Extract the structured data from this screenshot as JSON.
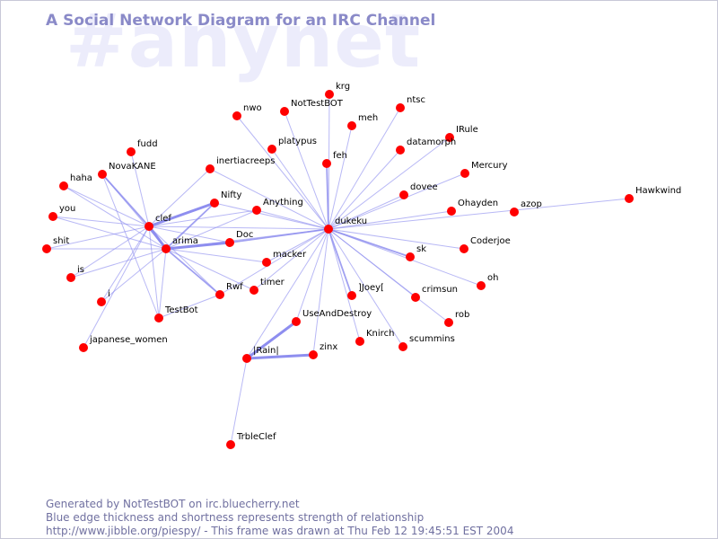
{
  "watermark": "#anynet",
  "title": "A Social Network Diagram for an IRC Channel",
  "footer": {
    "line1": "Generated by NotTestBOT on irc.bluecherry.net",
    "line2": "Blue edge thickness and shortness represents strength of relationship",
    "line3": "http://www.jibble.org/piespy/ - This frame was drawn at Thu Feb 12 19:45:51 EST 2004"
  },
  "colors": {
    "node": "#ff0000",
    "edge": "#8888ee",
    "title": "#8a8ac8",
    "watermark": "#ececfb",
    "footer": "#7070a0"
  },
  "nodes": [
    {
      "id": "krg",
      "label": "krg"
    },
    {
      "id": "ntsc",
      "label": "ntsc"
    },
    {
      "id": "nwo",
      "label": "nwo"
    },
    {
      "id": "NotTestBOT",
      "label": "NotTestBOT"
    },
    {
      "id": "meh",
      "label": "meh"
    },
    {
      "id": "IRule",
      "label": "IRule"
    },
    {
      "id": "fudd",
      "label": "fudd"
    },
    {
      "id": "platypus",
      "label": "platypus"
    },
    {
      "id": "datamorph",
      "label": "datamorph"
    },
    {
      "id": "feh",
      "label": "feh"
    },
    {
      "id": "NovaKANE",
      "label": "NovaKANE"
    },
    {
      "id": "inertiacreeps",
      "label": "inertiacreeps"
    },
    {
      "id": "Mercury",
      "label": "Mercury"
    },
    {
      "id": "haha",
      "label": "haha"
    },
    {
      "id": "dovee",
      "label": "dovee"
    },
    {
      "id": "Hawkwind",
      "label": "Hawkwind"
    },
    {
      "id": "Nifty",
      "label": "Nifty"
    },
    {
      "id": "Anything",
      "label": "Anything"
    },
    {
      "id": "Ohayden",
      "label": "Ohayden"
    },
    {
      "id": "azop",
      "label": "azop"
    },
    {
      "id": "you",
      "label": "you"
    },
    {
      "id": "clef",
      "label": "clef"
    },
    {
      "id": "dukeku",
      "label": "dukeku"
    },
    {
      "id": "Doc",
      "label": "Doc"
    },
    {
      "id": "shit",
      "label": "shit"
    },
    {
      "id": "arima",
      "label": "arima"
    },
    {
      "id": "Coderjoe",
      "label": "Coderjoe"
    },
    {
      "id": "sk",
      "label": "sk"
    },
    {
      "id": "macker",
      "label": "macker"
    },
    {
      "id": "is",
      "label": "is"
    },
    {
      "id": "oh",
      "label": "oh"
    },
    {
      "id": "Rwf",
      "label": "Rwf"
    },
    {
      "id": "timer",
      "label": "timer"
    },
    {
      "id": "Joey",
      "label": "]Joey["
    },
    {
      "id": "crimsun",
      "label": "crimsun"
    },
    {
      "id": "i",
      "label": "i"
    },
    {
      "id": "TestBot",
      "label": "TestBot"
    },
    {
      "id": "UseAndDestroy",
      "label": "UseAndDestroy"
    },
    {
      "id": "rob",
      "label": "rob"
    },
    {
      "id": "Knirch",
      "label": "Knirch"
    },
    {
      "id": "scummins",
      "label": "scummins"
    },
    {
      "id": "japanese_women",
      "label": "japanese_women"
    },
    {
      "id": "zinx",
      "label": "zinx"
    },
    {
      "id": "Rain",
      "label": "|Rain|"
    },
    {
      "id": "TrbleClef",
      "label": "TrbleClef"
    }
  ],
  "edges": [
    {
      "from": "dukeku",
      "to": "krg",
      "weight": 1
    },
    {
      "from": "dukeku",
      "to": "ntsc",
      "weight": 1
    },
    {
      "from": "dukeku",
      "to": "nwo",
      "weight": 1
    },
    {
      "from": "dukeku",
      "to": "NotTestBOT",
      "weight": 1
    },
    {
      "from": "dukeku",
      "to": "meh",
      "weight": 1
    },
    {
      "from": "dukeku",
      "to": "IRule",
      "weight": 1
    },
    {
      "from": "dukeku",
      "to": "platypus",
      "weight": 1
    },
    {
      "from": "dukeku",
      "to": "datamorph",
      "weight": 1
    },
    {
      "from": "dukeku",
      "to": "feh",
      "weight": 2
    },
    {
      "from": "dukeku",
      "to": "Mercury",
      "weight": 1
    },
    {
      "from": "dukeku",
      "to": "dovee",
      "weight": 1
    },
    {
      "from": "dukeku",
      "to": "Hawkwind",
      "weight": 1
    },
    {
      "from": "dukeku",
      "to": "Ohayden",
      "weight": 1
    },
    {
      "from": "dukeku",
      "to": "Anything",
      "weight": 1
    },
    {
      "from": "dukeku",
      "to": "Nifty",
      "weight": 1
    },
    {
      "from": "dukeku",
      "to": "inertiacreeps",
      "weight": 1
    },
    {
      "from": "dukeku",
      "to": "Doc",
      "weight": 2
    },
    {
      "from": "dukeku",
      "to": "arima",
      "weight": 1
    },
    {
      "from": "dukeku",
      "to": "clef",
      "weight": 1
    },
    {
      "from": "dukeku",
      "to": "macker",
      "weight": 1
    },
    {
      "from": "dukeku",
      "to": "Coderjoe",
      "weight": 1
    },
    {
      "from": "dukeku",
      "to": "sk",
      "weight": 2
    },
    {
      "from": "dukeku",
      "to": "oh",
      "weight": 1
    },
    {
      "from": "dukeku",
      "to": "crimsun",
      "weight": 1
    },
    {
      "from": "dukeku",
      "to": "rob",
      "weight": 1
    },
    {
      "from": "dukeku",
      "to": "Joey",
      "weight": 2
    },
    {
      "from": "dukeku",
      "to": "Knirch",
      "weight": 1
    },
    {
      "from": "dukeku",
      "to": "scummins",
      "weight": 1
    },
    {
      "from": "dukeku",
      "to": "timer",
      "weight": 1
    },
    {
      "from": "dukeku",
      "to": "Rwf",
      "weight": 1
    },
    {
      "from": "dukeku",
      "to": "UseAndDestroy",
      "weight": 1
    },
    {
      "from": "dukeku",
      "to": "zinx",
      "weight": 1
    },
    {
      "from": "dukeku",
      "to": "Rain",
      "weight": 1
    },
    {
      "from": "clef",
      "to": "arima",
      "weight": 3
    },
    {
      "from": "clef",
      "to": "Nifty",
      "weight": 3
    },
    {
      "from": "clef",
      "to": "fudd",
      "weight": 1
    },
    {
      "from": "clef",
      "to": "NovaKANE",
      "weight": 2
    },
    {
      "from": "clef",
      "to": "haha",
      "weight": 1
    },
    {
      "from": "clef",
      "to": "you",
      "weight": 1
    },
    {
      "from": "clef",
      "to": "shit",
      "weight": 1
    },
    {
      "from": "clef",
      "to": "is",
      "weight": 1
    },
    {
      "from": "clef",
      "to": "i",
      "weight": 1
    },
    {
      "from": "clef",
      "to": "TestBot",
      "weight": 1
    },
    {
      "from": "clef",
      "to": "inertiacreeps",
      "weight": 1
    },
    {
      "from": "clef",
      "to": "Anything",
      "weight": 1
    },
    {
      "from": "clef",
      "to": "Doc",
      "weight": 1
    },
    {
      "from": "clef",
      "to": "japanese_women",
      "weight": 1
    },
    {
      "from": "clef",
      "to": "Rwf",
      "weight": 1
    },
    {
      "from": "arima",
      "to": "Nifty",
      "weight": 2
    },
    {
      "from": "arima",
      "to": "Doc",
      "weight": 3
    },
    {
      "from": "arima",
      "to": "Anything",
      "weight": 1
    },
    {
      "from": "arima",
      "to": "haha",
      "weight": 1
    },
    {
      "from": "arima",
      "to": "NovaKANE",
      "weight": 1
    },
    {
      "from": "arima",
      "to": "you",
      "weight": 1
    },
    {
      "from": "arima",
      "to": "shit",
      "weight": 1
    },
    {
      "from": "arima",
      "to": "is",
      "weight": 1
    },
    {
      "from": "arima",
      "to": "i",
      "weight": 1
    },
    {
      "from": "arima",
      "to": "Rwf",
      "weight": 2
    },
    {
      "from": "arima",
      "to": "timer",
      "weight": 1
    },
    {
      "from": "arima",
      "to": "macker",
      "weight": 1
    },
    {
      "from": "arima",
      "to": "TestBot",
      "weight": 1
    },
    {
      "from": "TestBot",
      "to": "Rwf",
      "weight": 1
    },
    {
      "from": "TestBot",
      "to": "NovaKANE",
      "weight": 1
    },
    {
      "from": "UseAndDestroy",
      "to": "Rain",
      "weight": 3
    },
    {
      "from": "Rain",
      "to": "zinx",
      "weight": 3
    },
    {
      "from": "Rain",
      "to": "TrbleClef",
      "weight": 1
    }
  ]
}
